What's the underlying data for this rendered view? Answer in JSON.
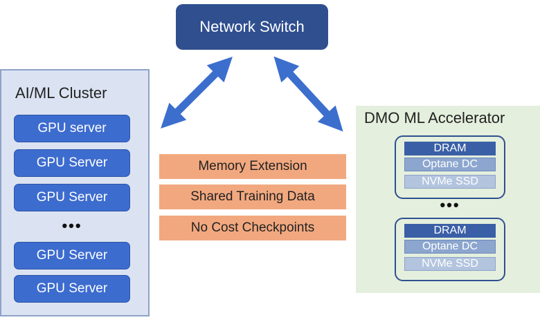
{
  "switch": {
    "label": "Network Switch"
  },
  "cluster": {
    "title": "AI/ML Cluster",
    "servers": [
      "GPU server",
      "GPU Server",
      "GPU Server",
      "GPU Server",
      "GPU Server"
    ],
    "ellipsis": "•••"
  },
  "features": [
    "Memory Extension",
    "Shared Training Data",
    "No Cost Checkpoints"
  ],
  "accelerator": {
    "title": "DMO ML Accelerator",
    "stack1": {
      "dram": "DRAM",
      "optane": "Optane DC",
      "nvme": "NVMe SSD"
    },
    "ellipsis": "•••",
    "stack2": {
      "dram": "DRAM",
      "optane": "Optane DC",
      "nvme": "NVMe SSD"
    }
  },
  "colors": {
    "switch": "#2f4f8f",
    "gpu_server": "#3d6ccf",
    "feature_bar": "#f2a87f",
    "arrow": "#3c6fcd",
    "cluster_bg": "#dbe3f2",
    "accelerator_bg": "#e4efdd"
  }
}
